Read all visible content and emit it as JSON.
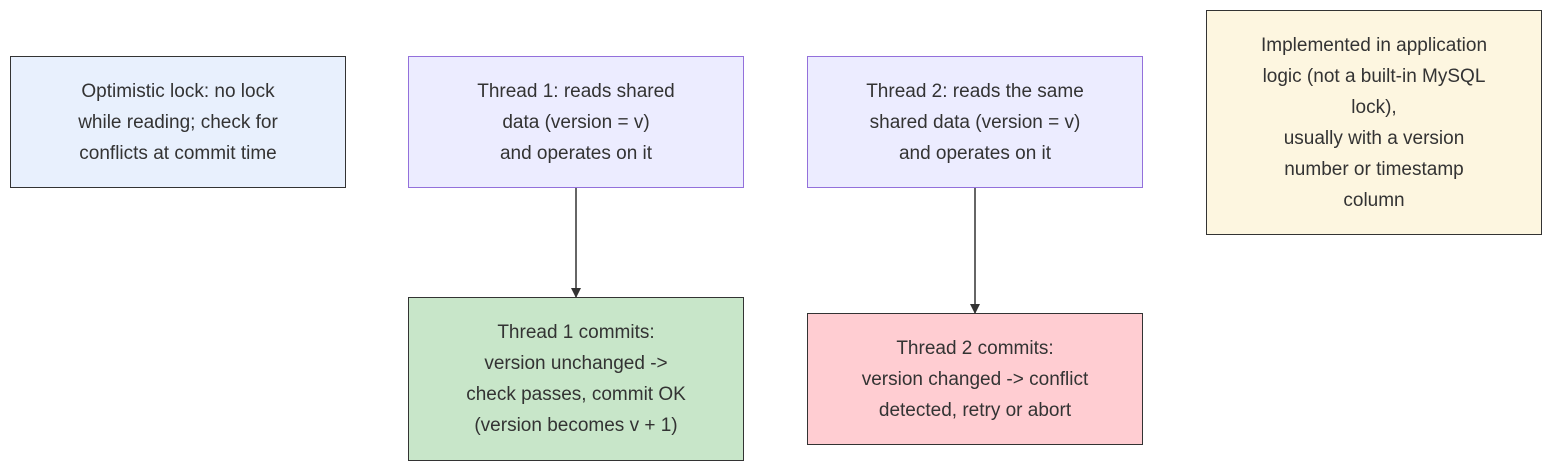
{
  "nodes": {
    "optimistic": {
      "lines": [
        "Optimistic lock: no lock",
        "while reading; check for",
        "conflicts at commit time"
      ],
      "fill": "#e8f0fd",
      "stroke": "#333333"
    },
    "thread1_read": {
      "lines": [
        "Thread 1: reads shared",
        "data (version = v)",
        "and operates on it"
      ],
      "fill": "#ececff",
      "stroke": "#9370db"
    },
    "thread2_read": {
      "lines": [
        "Thread 2: reads the same",
        "shared data (version = v)",
        "and operates on it"
      ],
      "fill": "#ececff",
      "stroke": "#9370db"
    },
    "implementation_note": {
      "lines": [
        "Implemented in application",
        "logic (not a built-in MySQL",
        "lock),",
        "usually with a version",
        "number or timestamp",
        "column"
      ],
      "fill": "#fdf6e0",
      "stroke": "#333333"
    },
    "thread1_commit": {
      "lines": [
        "Thread 1 commits:",
        "version unchanged ->",
        "check passes, commit OK",
        "(version becomes v + 1)"
      ],
      "fill": "#c8e6c9",
      "stroke": "#333333"
    },
    "thread2_commit": {
      "lines": [
        "Thread 2 commits:",
        "version changed -> conflict",
        "detected, retry or abort"
      ],
      "fill": "#ffcdd2",
      "stroke": "#333333"
    }
  },
  "edges": [
    {
      "from": "thread1_read",
      "to": "thread1_commit"
    },
    {
      "from": "thread2_read",
      "to": "thread2_commit"
    }
  ],
  "colors": {
    "edge": "#333333"
  }
}
